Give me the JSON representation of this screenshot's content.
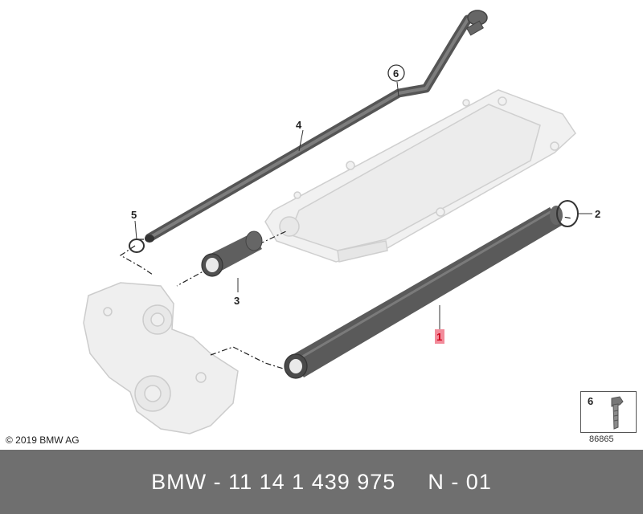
{
  "callouts": {
    "c1": "1",
    "c2": "2",
    "c3": "3",
    "c4": "4",
    "c5": "5",
    "c6": "6"
  },
  "copyright": "© 2019 BMW AG",
  "inset": {
    "number": "6"
  },
  "reference_code": "86865",
  "footer": {
    "part_number": "BMW - 11 14 1 439 975",
    "revision": "N - 01"
  },
  "colors": {
    "highlight": "#d0021b",
    "footer_bg": "#6f6f6f",
    "pipe": "#5a5a5a"
  }
}
